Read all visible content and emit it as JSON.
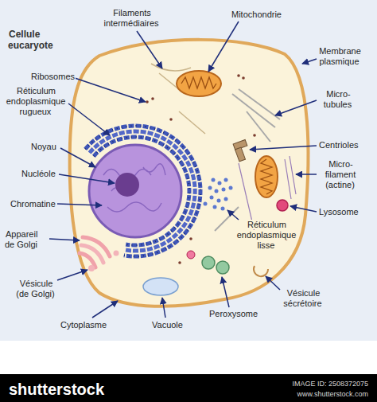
{
  "diagram": {
    "title": "Cellule eucaryote",
    "labels": [
      "Filaments intermédiaires",
      "Mitochondrie",
      "Membrane plasmique",
      "Ribosomes",
      "Réticulum endoplasmique rugueux",
      "Micro- tubules",
      "Noyau",
      "Centrioles",
      "Nucléole",
      "Micro- filament (actine)",
      "Chromatine",
      "Lysosome",
      "Appareil de Golgi",
      "Réticulum endoplasmique lisse",
      "Vésicule (de Golgi)",
      "Vésicule sécrétoire",
      "Cytoplasme",
      "Vacuole",
      "Peroxysome",
      "shutterstock",
      "IMAGE ID: 2508372075",
      "www.shutterstock.com"
    ]
  }
}
